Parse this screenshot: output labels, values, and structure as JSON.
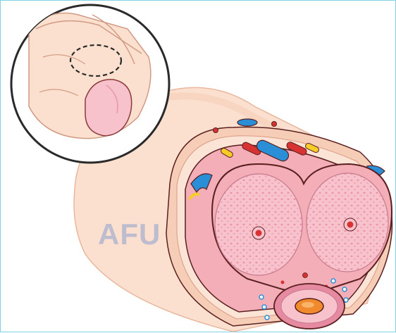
{
  "watermark": {
    "text": "AFU"
  },
  "colors": {
    "frame_border": "#7fd3e6",
    "outline": "#5a1f1f",
    "skin_light": "#fbe0cf",
    "skin_mid": "#f6cdb6",
    "tissue_pink": "#f3aeb8",
    "erectile_body": "#f7c2cc",
    "artery_red": "#d93232",
    "vein_blue": "#2a8fd6",
    "nerve_yellow": "#f6cc27",
    "urethra_orange": "#f08a2c"
  },
  "icons": [
    "finger-inset",
    "penis-cross-section",
    "artery-dot",
    "vein-tube",
    "nerve-tube"
  ]
}
